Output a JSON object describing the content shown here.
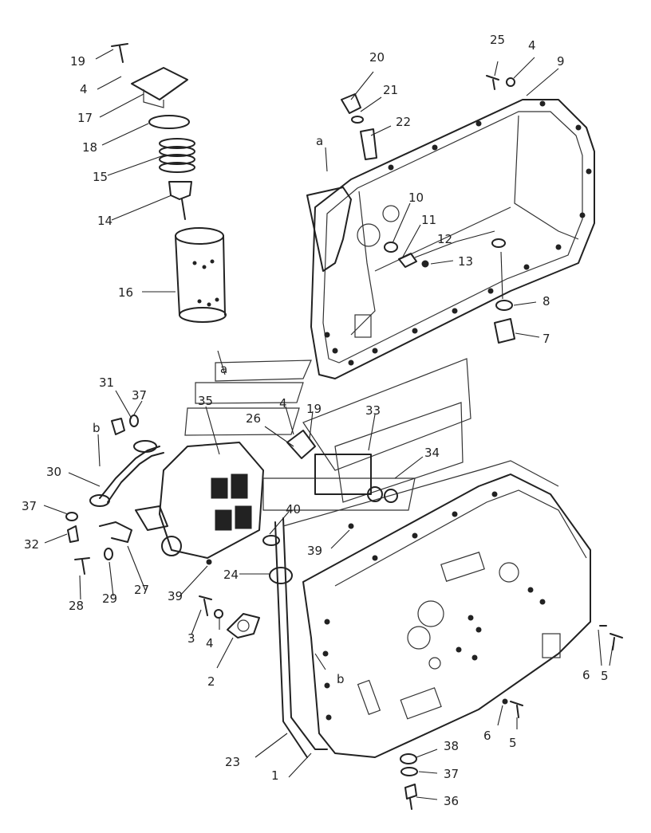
{
  "callouts": [
    "1",
    "2",
    "3",
    "4",
    "5",
    "6",
    "7",
    "8",
    "9",
    "10",
    "11",
    "12",
    "13",
    "14",
    "15",
    "16",
    "17",
    "18",
    "19",
    "20",
    "21",
    "22",
    "23",
    "24",
    "25",
    "26",
    "27",
    "28",
    "29",
    "30",
    "31",
    "32",
    "33",
    "34",
    "35",
    "36",
    "37",
    "38",
    "39",
    "40"
  ],
  "reference_letters": [
    "a",
    "b"
  ],
  "colors": {
    "ink": "#222222",
    "background": "#ffffff"
  }
}
